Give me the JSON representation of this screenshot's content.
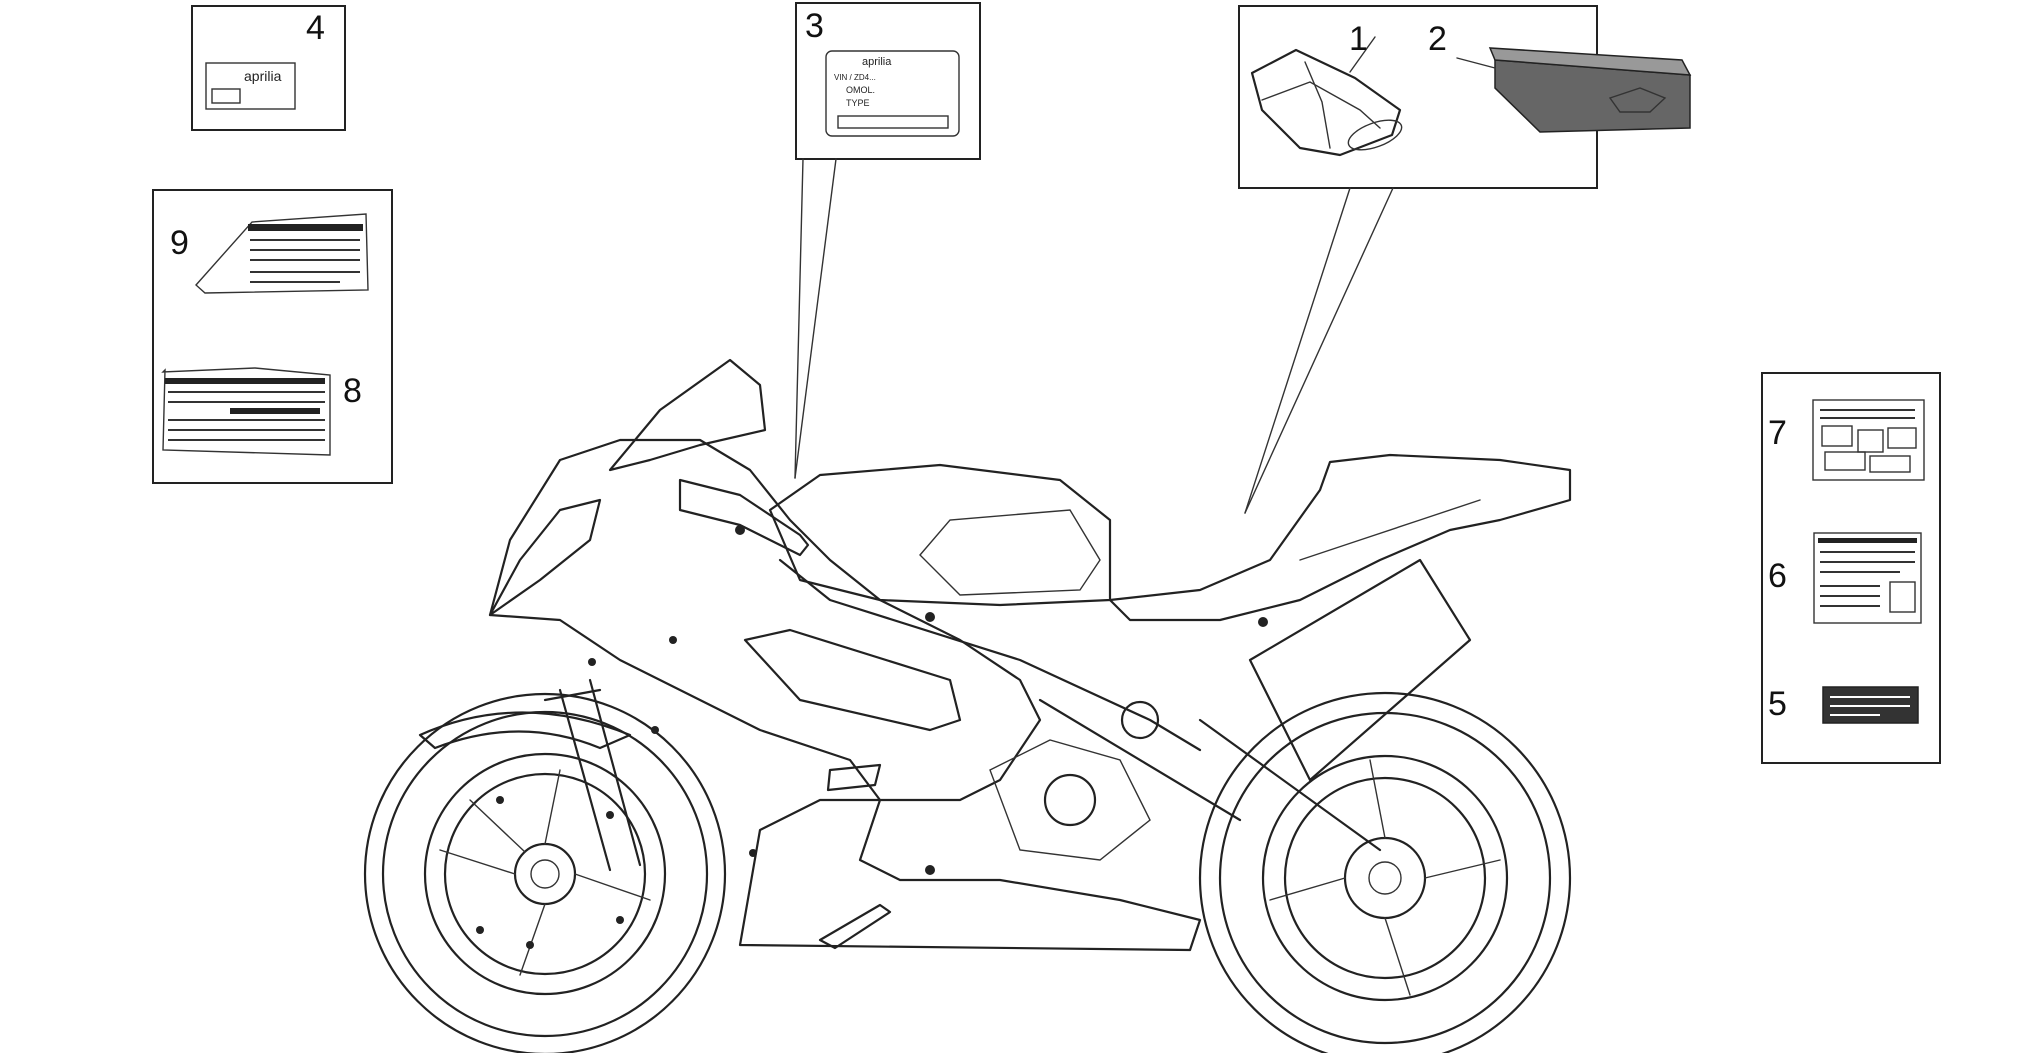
{
  "callouts": {
    "c1": "1",
    "c2": "2",
    "c3": "3",
    "c4": "4",
    "c5": "5",
    "c6": "6",
    "c7": "7",
    "c8": "8",
    "c9": "9"
  },
  "labels": {
    "logo_text": "aprilia",
    "plate_vin": "VIN / ZD4...",
    "plate_omol": "OMOL.",
    "plate_type": "TYPE"
  },
  "icons": {
    "wallet": "tool-pouch-icon",
    "manual": "owners-manual-icon",
    "motorcycle": "motorcycle-icon"
  }
}
